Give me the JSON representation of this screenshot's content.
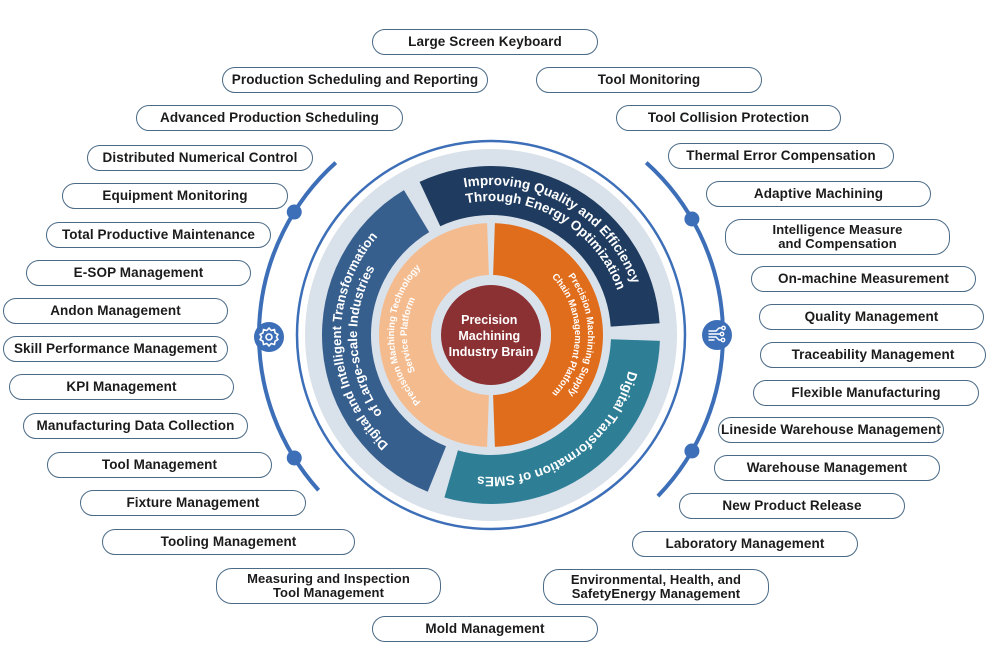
{
  "center": {
    "title_lines": [
      "Precision",
      "Machining",
      "Industry Brain"
    ],
    "color": "#8b3033"
  },
  "inner_ring": [
    {
      "label": "Precision Machining Technology Service Platform",
      "lines": [
        "Precision Machining Technology",
        "Service Platform"
      ],
      "color": "#f4bb8e"
    },
    {
      "label": "Precision Machining Supply Chain Management Platform",
      "lines": [
        "Precision Machining Supply",
        "Chain Management Platform"
      ],
      "color": "#e06d1c"
    }
  ],
  "outer_ring": [
    {
      "label": "Digital and Intelligent Transformation of Large-scale Industries",
      "lines": [
        "Digital and Intelligent Transformation",
        "of Large-scale Industries"
      ],
      "color": "#375f8e"
    },
    {
      "label": "Improving Quality and Efficiency Through Energy Optimization",
      "lines": [
        "Improving Quality and Efficiency",
        "Through Energy Optimization"
      ],
      "color": "#1f3c60"
    },
    {
      "label": "Digital Transformation of SMEs",
      "lines": [
        "Digital Transformation of SMEs"
      ],
      "color": "#2e7f96"
    }
  ],
  "colors": {
    "ring_gap": "#d9e1ea",
    "accent_blue": "#3d6fb8",
    "pill_border": "#4a6a86"
  },
  "side_icons": {
    "left": "gear-icon",
    "right": "circuit-icon"
  },
  "modules_left": [
    "Production Scheduling and Reporting",
    "Advanced Production Scheduling",
    "Distributed Numerical Control",
    "Equipment Monitoring",
    "Total Productive Maintenance",
    "E-SOP Management",
    "Andon Management",
    "Skill Performance Management",
    "KPI Management",
    "Manufacturing Data Collection",
    "Tool Management",
    "Fixture Management",
    "Tooling Management",
    "Measuring and Inspection\nTool Management"
  ],
  "modules_top": [
    "Large Screen Keyboard"
  ],
  "modules_bottom": [
    "Mold Management"
  ],
  "modules_right": [
    "Tool Monitoring",
    "Tool Collision Protection",
    "Thermal Error Compensation",
    "Adaptive Machining",
    "Intelligence Measure\nand Compensation",
    "On-machine Measurement",
    "Quality Management",
    "Traceability Management",
    "Flexible Manufacturing",
    "Lineside Warehouse Management",
    "Warehouse Management",
    "New Product Release",
    "Laboratory Management",
    "Environmental, Health, and\nSafetyEnergy Management"
  ]
}
